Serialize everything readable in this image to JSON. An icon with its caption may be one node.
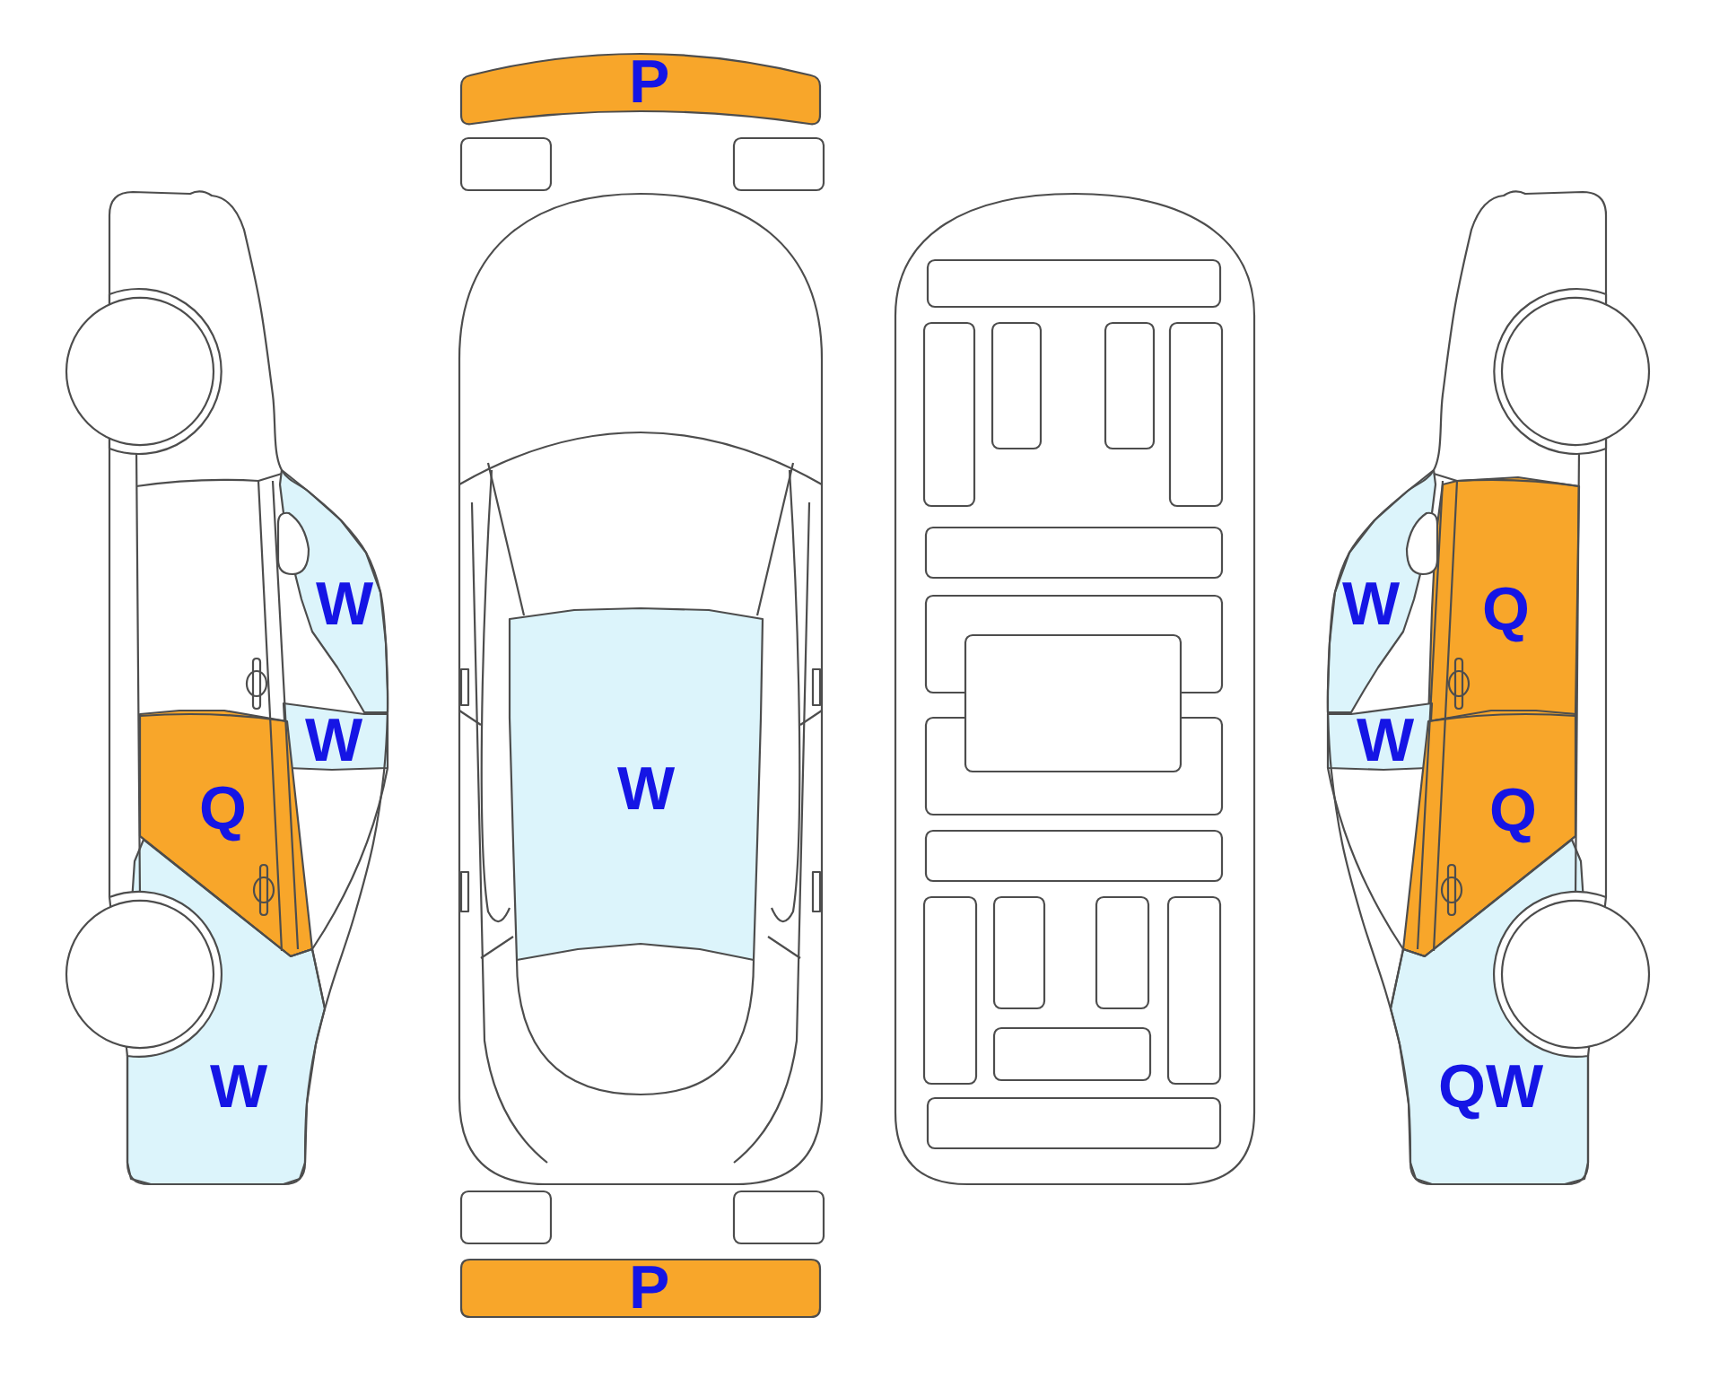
{
  "diagram": {
    "nodes": [
      {
        "text": [
          "P"
        ]
      },
      {
        "text": [
          "W"
        ]
      },
      {
        "text": [
          "W"
        ]
      },
      {
        "text": [
          "Q"
        ]
      },
      {
        "text": [
          "W"
        ]
      },
      {
        "text": [
          "W"
        ]
      },
      {
        "text": [
          "W"
        ]
      },
      {
        "text": [
          "Q"
        ]
      },
      {
        "text": [
          "W"
        ]
      },
      {
        "text": [
          "Q"
        ]
      },
      {
        "text": [
          "QW"
        ]
      },
      {
        "text": [
          "P"
        ]
      }
    ]
  }
}
